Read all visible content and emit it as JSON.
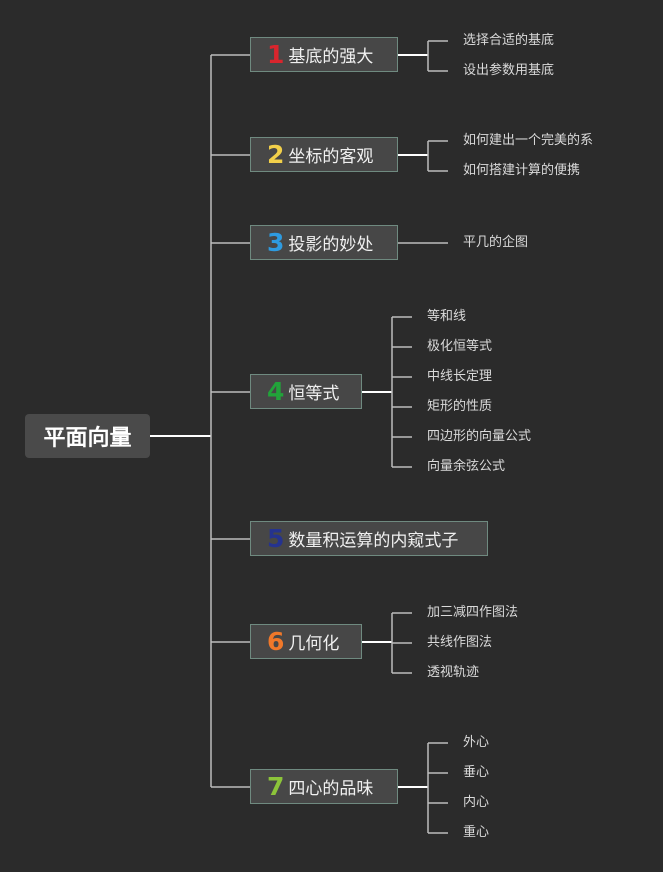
{
  "root": {
    "label": "平面向量"
  },
  "branches": [
    {
      "num": "1",
      "color": "#d9252d",
      "label": "基底的强大",
      "children": [
        "选择合适的基底",
        "设出参数用基底"
      ]
    },
    {
      "num": "2",
      "color": "#f2d04a",
      "label": "坐标的客观",
      "children": [
        "如何建出一个完美的系",
        "如何搭建计算的便携"
      ]
    },
    {
      "num": "3",
      "color": "#2e9be0",
      "label": "投影的妙处",
      "children": [
        "平几的企图"
      ]
    },
    {
      "num": "4",
      "color": "#22a33a",
      "label": "恒等式",
      "children": [
        "等和线",
        "极化恒等式",
        "中线长定理",
        "矩形的性质",
        "四边形的向量公式",
        "向量余弦公式"
      ]
    },
    {
      "num": "5",
      "color": "#25338f",
      "label": "数量积运算的内窥式子",
      "children": []
    },
    {
      "num": "6",
      "color": "#f0782a",
      "label": "几何化",
      "children": [
        "加三减四作图法",
        "共线作图法",
        "透视轨迹"
      ]
    },
    {
      "num": "7",
      "color": "#8cc43a",
      "label": "四心的品味",
      "children": [
        "外心",
        "垂心",
        "内心",
        "重心"
      ]
    }
  ]
}
